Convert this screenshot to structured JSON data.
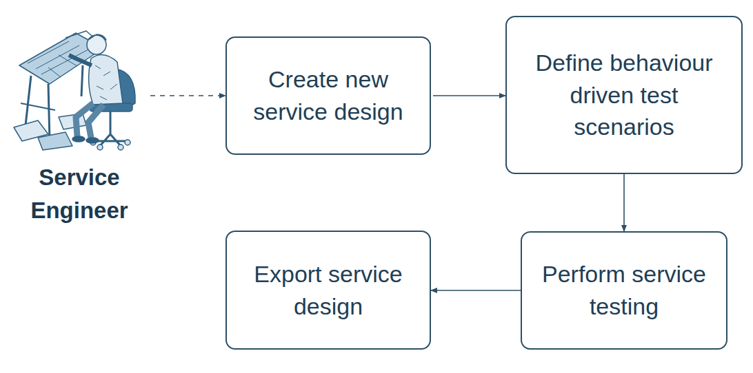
{
  "diagram": {
    "nodes": [
      {
        "text": [
          "Service Engineer"
        ]
      },
      {
        "text": [
          "Create new service design"
        ]
      },
      {
        "text": [
          "Define behaviour driven test scenarios"
        ]
      },
      {
        "text": [
          "Perform service testing"
        ]
      },
      {
        "text": [
          "Export service design"
        ]
      }
    ],
    "edges": [
      {
        "from": 0,
        "to": 1,
        "arrow": "to"
      },
      {
        "from": 1,
        "to": 2,
        "arrow": "to"
      },
      {
        "from": 2,
        "to": 3,
        "arrow": "to"
      },
      {
        "from": 3,
        "to": 4,
        "arrow": "to"
      }
    ]
  }
}
